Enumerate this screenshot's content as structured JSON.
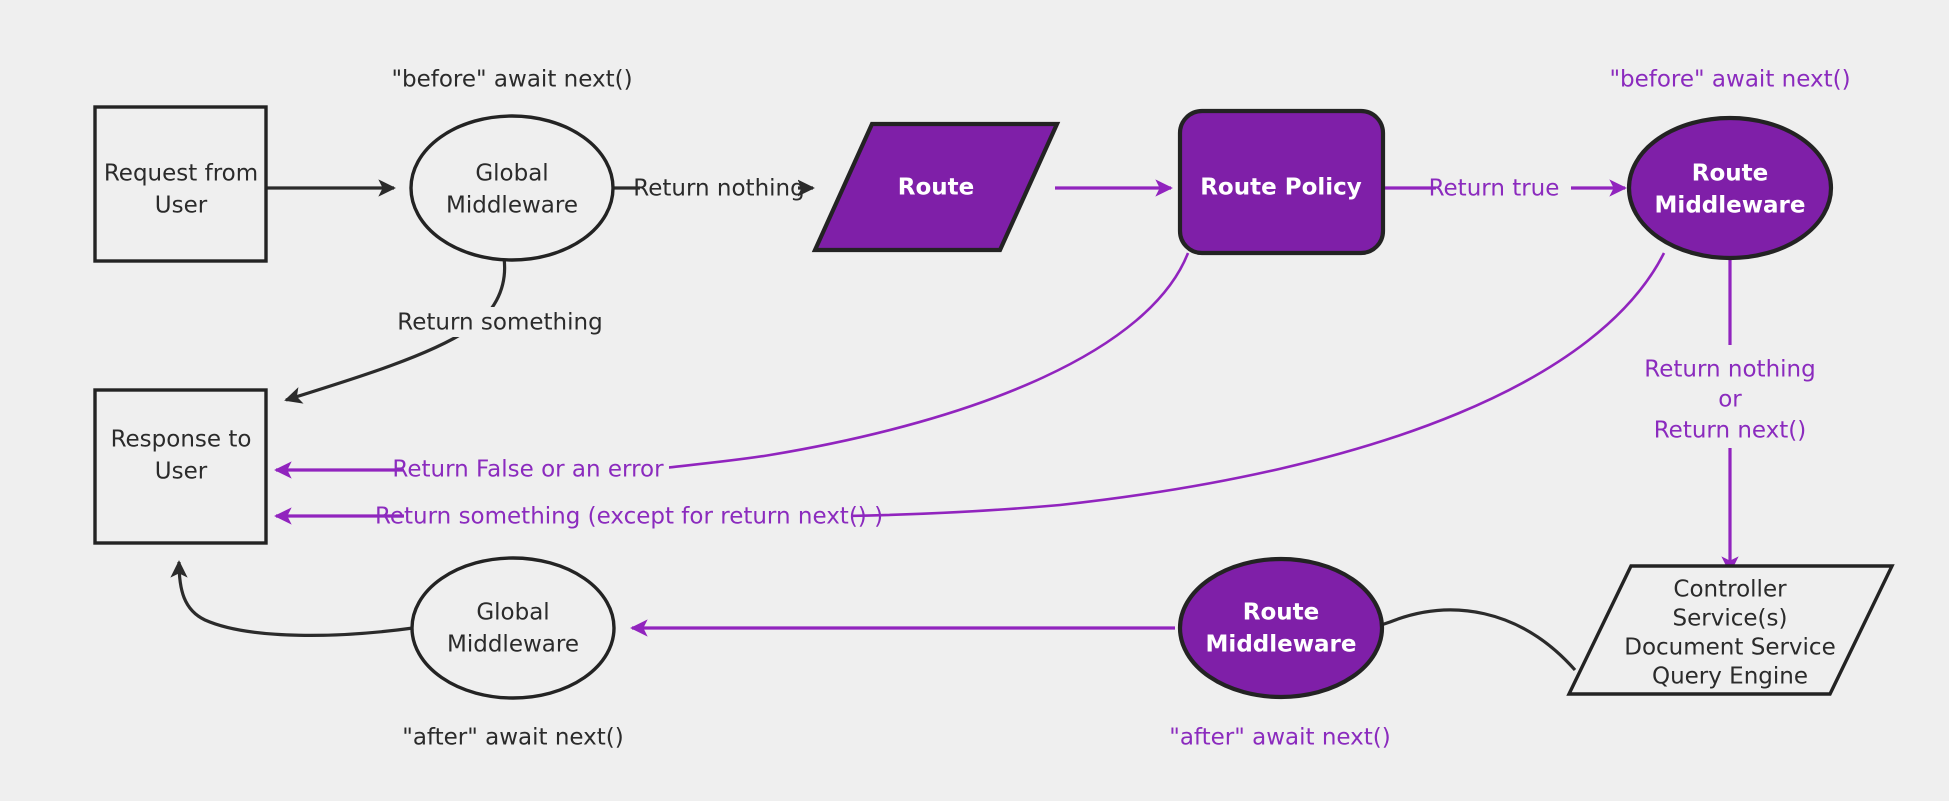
{
  "diagram": {
    "title": "Request lifecycle middleware flow",
    "background_color": "#efefef",
    "accent_purple": "#7f1fa8",
    "label_purple": "#8b2bbe",
    "dark_stroke": "#2b2b2b"
  },
  "nodes": {
    "request_from_user": {
      "line1": "Request from",
      "line2": "User",
      "shape": "rectangle"
    },
    "global_middleware_top": {
      "line1": "Global",
      "line2": "Middleware",
      "shape": "ellipse"
    },
    "route": {
      "line1": "Route",
      "shape": "parallelogram"
    },
    "route_policy": {
      "line1": "Route Policy",
      "shape": "rounded-rectangle"
    },
    "route_middleware_top": {
      "line1": "Route",
      "line2": "Middleware",
      "shape": "ellipse"
    },
    "controller": {
      "line1": "Controller",
      "line2": "Service(s)",
      "line3": "Document Service",
      "line4": "Query Engine",
      "shape": "parallelogram"
    },
    "route_middleware_bottom": {
      "line1": "Route",
      "line2": "Middleware",
      "shape": "ellipse"
    },
    "global_middleware_bottom": {
      "line1": "Global",
      "line2": "Middleware",
      "shape": "ellipse"
    },
    "response_to_user": {
      "line1": "Response to",
      "line2": "User",
      "shape": "rectangle"
    }
  },
  "annotations": {
    "before_await_next_global": "\"before\" await next()",
    "before_await_next_route": "\"before\" await next()",
    "after_await_next_global": "\"after\" await next()",
    "after_await_next_route": "\"after\" await next()"
  },
  "edge_labels": {
    "return_nothing": "Return nothing",
    "return_something": "Return something",
    "return_true": "Return true",
    "return_false_or_error": "Return False or an error",
    "return_something_except": "Return something (except for return next() )",
    "return_nothing_or_next_1": "Return nothing",
    "return_nothing_or_next_2": "or",
    "return_nothing_or_next_3": "Return next()"
  }
}
